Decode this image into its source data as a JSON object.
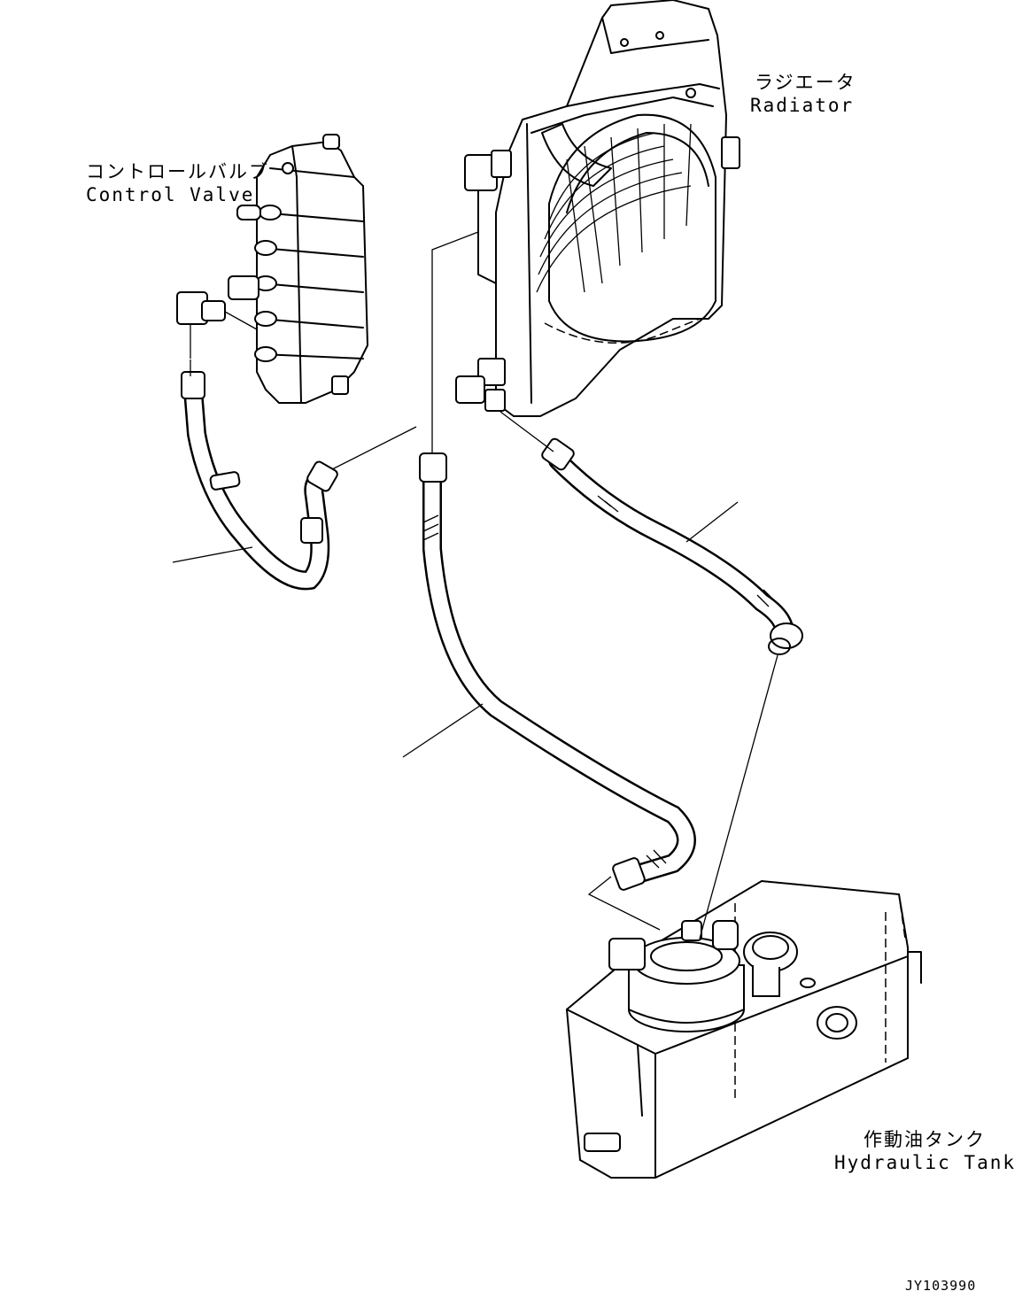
{
  "labels": {
    "control_valve": {
      "ja": "コントロールバルブ",
      "en": "Control Valve"
    },
    "radiator": {
      "ja": "ラジエータ",
      "en": "Radiator"
    },
    "hydraulic_tank": {
      "ja": "作動油タンク",
      "en": "Hydraulic Tank"
    }
  },
  "drawing_code": "JY103990"
}
